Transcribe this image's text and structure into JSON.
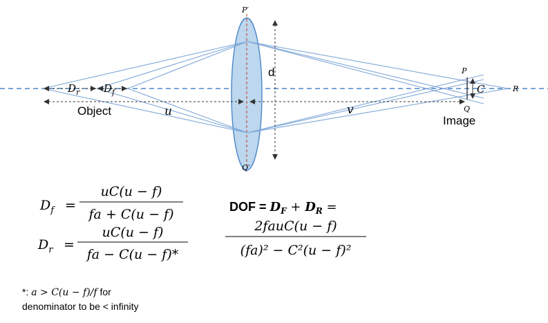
{
  "labels": {
    "p_prime": "P′",
    "q_prime": "Q′",
    "p": "P",
    "q": "Q",
    "r": "R",
    "c": "C",
    "d": "d",
    "dr": "D",
    "dr_sub": "r",
    "df": "D",
    "df_sub": "f",
    "object": "Object",
    "image": "Image",
    "u": "u",
    "v": "v"
  },
  "formulas": {
    "df_lhs": "D",
    "df_lhs_sub": "f",
    "eq": "=",
    "df_num": "uC(u − f)",
    "df_den": "fa + C(u − f)",
    "dr_lhs": "D",
    "dr_lhs_sub": "r",
    "dr_num": "uC(u − f)",
    "dr_den": "fa − C(u − f)*",
    "dof_label": "DOF = ",
    "dof_df": "D",
    "dof_df_sub": "F",
    "dof_plus": " + ",
    "dof_dr": "D",
    "dof_dr_sub": "R",
    "dof_eq": " =",
    "dof_num": "2fauC(u − f)",
    "dof_den": "(fa)² − C²(u − f)²"
  },
  "footnote": {
    "line1_prefix": "*: ",
    "line1_math": "a > C(u − f)/f",
    "line1_suffix": " for",
    "line2": "denominator to be < infinity"
  },
  "colors": {
    "lens_fill": "#bdd7ee",
    "lens_stroke": "#4a86c8",
    "ray": "#7fa7d8",
    "axis": "#4a86c8",
    "center_line": "#c0392b"
  }
}
